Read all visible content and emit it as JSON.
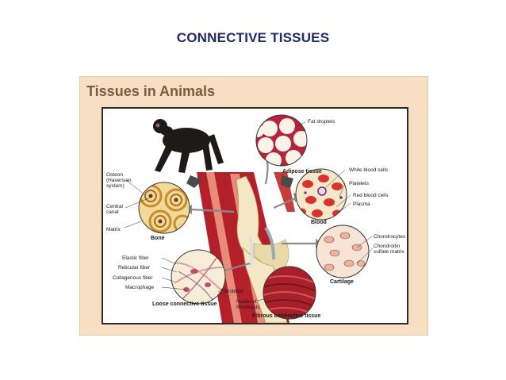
{
  "slide": {
    "title": "CONNECTIVE TISSUES"
  },
  "figure": {
    "heading": "Tissues in Animals",
    "labels": {
      "osteon": "Osteon",
      "haversian": "(Haversian",
      "system": "system)",
      "central": "Central",
      "canal": "canal",
      "matrix": "Matrix",
      "bone": "Bone",
      "fat_droplets": "Fat droplets",
      "adipose": "Adipose tissue",
      "wbc": "White blood cells",
      "platelets": "Platelets",
      "rbc": "Red blood cells",
      "plasma": "Plasma",
      "blood": "Blood",
      "chondrocytes": "Chondrocytes",
      "chondroitin": "Chondroitin",
      "sulfate": "sulfate matrix",
      "cartilage": "Cartilage",
      "elastic": "Elastic fiber",
      "reticular": "Reticular fiber",
      "collagenous": "Collagenous fiber",
      "macrophage": "Macrophage",
      "fibroblast": "Fibroblast",
      "nuclei_of": "Nuclei of",
      "fibroblasts": "fibroblasts",
      "loose": "Loose connective tissue",
      "fibrous": "Fibrous connective tissue"
    }
  },
  "colors": {
    "title": "#1f2a6b",
    "panel": "#f7dfc4",
    "heading": "#7c5a3c",
    "muscle": "#b3202a",
    "cartilage": "#f3e7c5",
    "bone_ring": "#d9a64a",
    "blood_cell": "#d8322f"
  }
}
